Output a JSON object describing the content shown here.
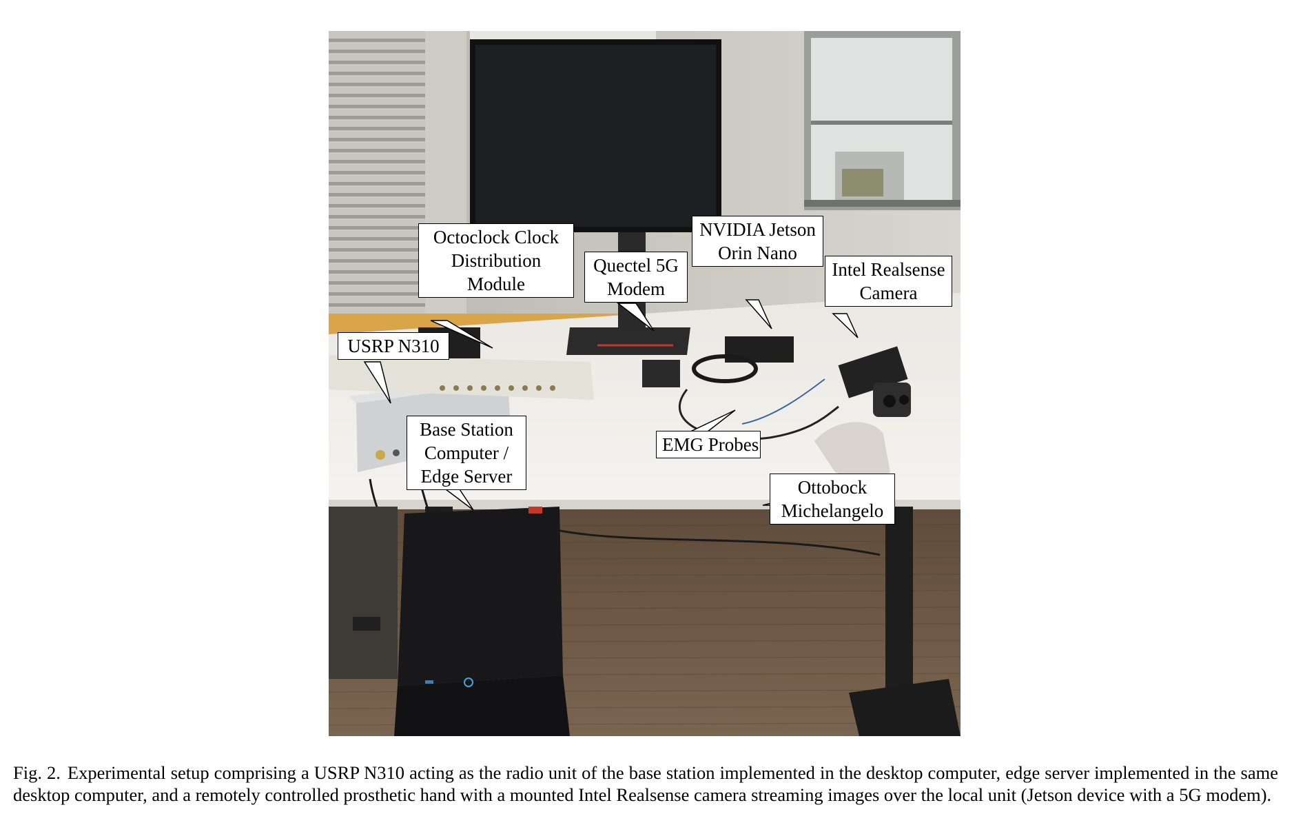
{
  "figure": {
    "labels": {
      "octoclock": [
        "Octoclock Clock",
        "Distribution",
        "Module"
      ],
      "quectel": [
        "Quectel 5G",
        "Modem"
      ],
      "jetson": [
        "NVIDIA Jetson",
        "Orin Nano"
      ],
      "realsense": [
        "Intel Realsense",
        "Camera"
      ],
      "usrp": [
        "USRP N310"
      ],
      "base_station": [
        "Base Station",
        "Computer /",
        "Edge Server"
      ],
      "emg": [
        "EMG Probes"
      ],
      "ottobock": [
        "Ottobock",
        "Michelangelo"
      ]
    },
    "callout_colors": {
      "fill": "#ffffff",
      "border": "#000000"
    }
  },
  "caption": {
    "number": "Fig. 2.",
    "text": "Experimental setup comprising a USRP N310 acting as the radio unit of the base station implemented in the desktop computer, edge server implemented in the same desktop computer, and a remotely controlled prosthetic hand with a mounted Intel Realsense camera streaming images over the local unit (Jetson device with a 5G modem)."
  }
}
